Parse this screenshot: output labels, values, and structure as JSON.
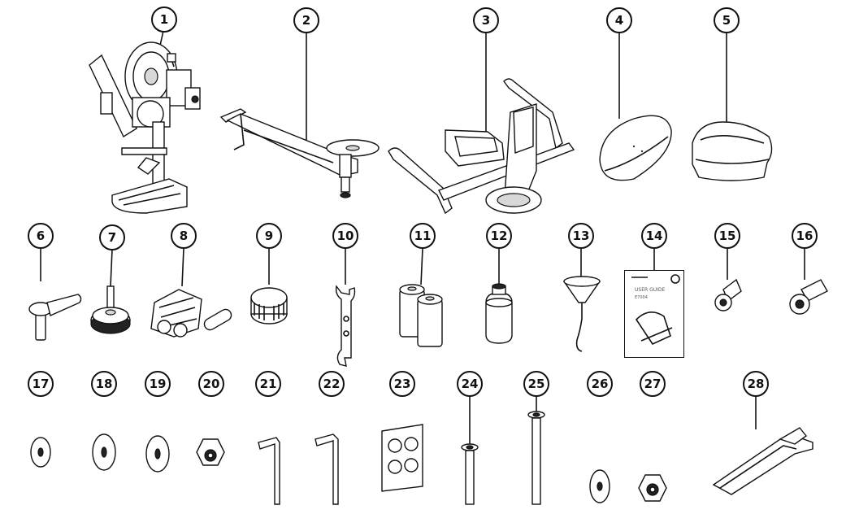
{
  "parts": [
    {
      "number": "1"
    },
    {
      "number": "2"
    },
    {
      "number": "3"
    },
    {
      "number": "4"
    },
    {
      "number": "5"
    },
    {
      "number": "6"
    },
    {
      "number": "7"
    },
    {
      "number": "8"
    },
    {
      "number": "9"
    },
    {
      "number": "10"
    },
    {
      "number": "11"
    },
    {
      "number": "12"
    },
    {
      "number": "13"
    },
    {
      "number": "14"
    },
    {
      "number": "15"
    },
    {
      "number": "16"
    },
    {
      "number": "17"
    },
    {
      "number": "18"
    },
    {
      "number": "19"
    },
    {
      "number": "20"
    },
    {
      "number": "21"
    },
    {
      "number": "22"
    },
    {
      "number": "23"
    },
    {
      "number": "24"
    },
    {
      "number": "25"
    },
    {
      "number": "26"
    },
    {
      "number": "27"
    },
    {
      "number": "28"
    }
  ],
  "manual": {
    "title": "USER GUIDE",
    "model": "E7004"
  }
}
